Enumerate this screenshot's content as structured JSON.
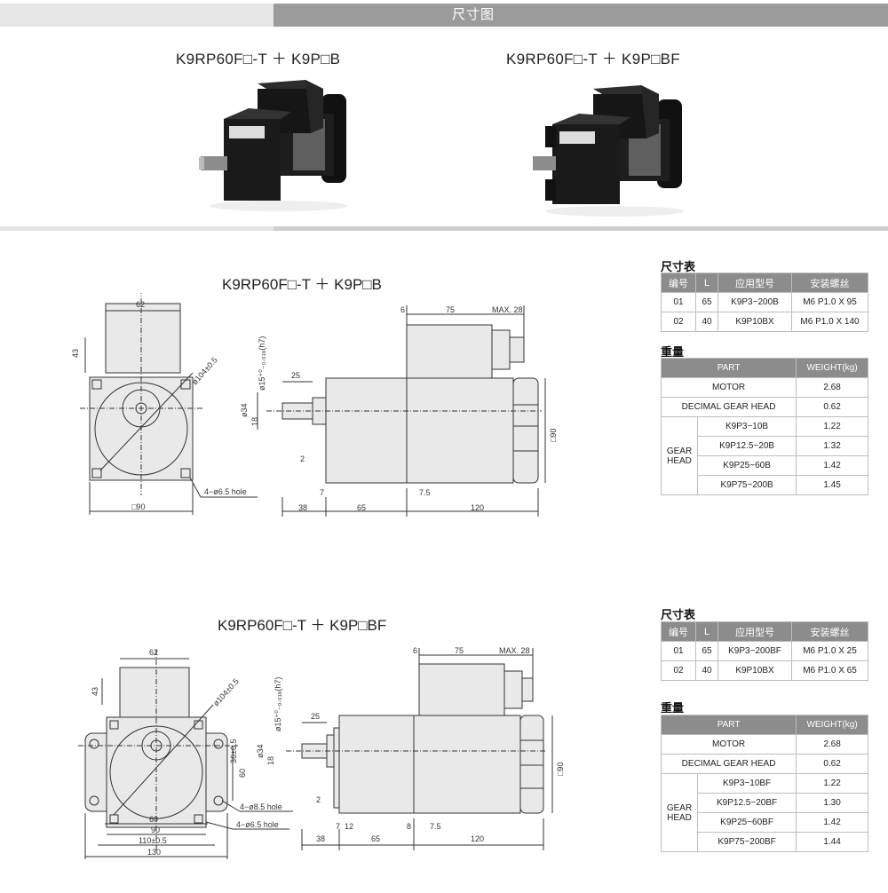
{
  "header": {
    "title": "尺寸图"
  },
  "photos": [
    {
      "label": "K9RP60F□-T ＋ K9P□B"
    },
    {
      "label": "K9RP60F□-T ＋ K9P□BF"
    }
  ],
  "drawings": [
    {
      "title": "K9RP60F□-T ＋ K9P□B",
      "dims": {
        "top_w": "62",
        "top_h": "43",
        "pcd": "ø104±0.5",
        "hole": "4−ø6.5 hole",
        "base": "□90",
        "shaft": "ø15⁺⁰₋₀.₀₁₈(h7)",
        "shaft_len": "25",
        "d34": "ø34",
        "d18": "18",
        "d2": "2",
        "d7": "7",
        "d6": "6",
        "d75": "75",
        "max": "MAX. 28",
        "d75b": "7.5",
        "d38": "38",
        "d65": "65",
        "d120": "120",
        "d90": "□90"
      }
    },
    {
      "title": "K9RP60F□-T ＋ K9P□BF",
      "dims": {
        "top_w": "62",
        "top_h": "43",
        "pcd": "ø104±0.5",
        "hole1": "4−ø8.5 hole",
        "hole2": "4−ø6.5 hole",
        "d36": "36±0.5",
        "d60v": "60",
        "d60": "60",
        "d90": "90",
        "d110": "110±0.5",
        "d130": "130",
        "shaft": "ø15⁺⁰₋₀.₀₁₈(h7)",
        "shaft_len": "25",
        "d34": "ø34",
        "d18": "18",
        "d2": "2",
        "d7": "7",
        "d12": "12",
        "d8": "8",
        "d6": "6",
        "d75": "75",
        "max": "MAX. 28",
        "d75b": "7.5",
        "d38": "38",
        "d65": "65",
        "d120": "120",
        "dbox": "□90"
      }
    }
  ],
  "specs": [
    {
      "title": "尺寸表",
      "headers": [
        "编号",
        "L",
        "应用型号",
        "安装螺丝"
      ],
      "rows": [
        [
          "01",
          "65",
          "K9P3~200B",
          "M6 P1.0 X 95"
        ],
        [
          "02",
          "40",
          "K9P10BX",
          "M6 P1.0 X 140"
        ]
      ]
    },
    {
      "title": "尺寸表",
      "headers": [
        "编号",
        "L",
        "应用型号",
        "安装螺丝"
      ],
      "rows": [
        [
          "01",
          "65",
          "K9P3~200BF",
          "M6 P1.0 X 25"
        ],
        [
          "02",
          "40",
          "K9P10BX",
          "M6 P1.0 X 65"
        ]
      ]
    }
  ],
  "weights": [
    {
      "title": "重量",
      "headers": [
        "PART",
        "WEIGHT(kg)"
      ],
      "motor": "MOTOR",
      "motor_w": "2.68",
      "dec": "DECIMAL GEAR HEAD",
      "dec_w": "0.62",
      "gear_label": "GEAR HEAD",
      "gear": [
        [
          "K9P3~10B",
          "1.22"
        ],
        [
          "K9P12.5~20B",
          "1.32"
        ],
        [
          "K9P25~60B",
          "1.42"
        ],
        [
          "K9P75~200B",
          "1.45"
        ]
      ]
    },
    {
      "title": "重量",
      "headers": [
        "PART",
        "WEIGHT(kg)"
      ],
      "motor": "MOTOR",
      "motor_w": "2.68",
      "dec": "DECIMAL GEAR HEAD",
      "dec_w": "0.62",
      "gear_label": "GEAR HEAD",
      "gear": [
        [
          "K9P3~10BF",
          "1.22"
        ],
        [
          "K9P12.5~20BF",
          "1.30"
        ],
        [
          "K9P25~60BF",
          "1.42"
        ],
        [
          "K9P75~200BF",
          "1.44"
        ]
      ]
    }
  ],
  "colors": {
    "header_dark": "#9b9b9b",
    "header_light": "#e6e6e6",
    "table_head": "#8c8c8c",
    "motor_body": "#1c1c1c",
    "drawing_fill": "#e9e9e9"
  }
}
